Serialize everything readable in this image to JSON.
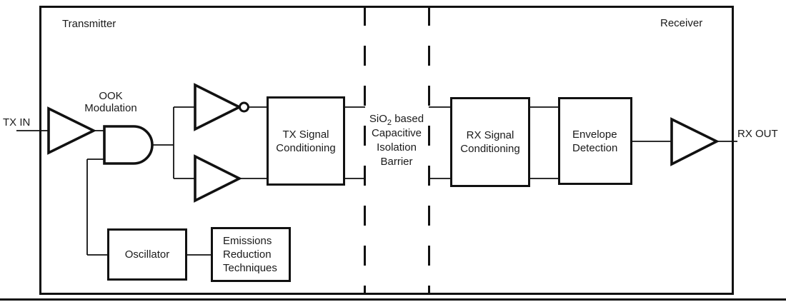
{
  "colors": {
    "line": "#111111",
    "text": "#1a1a1a",
    "background": "#ffffff"
  },
  "regions": {
    "transmitter_label": "Transmitter",
    "receiver_label": "Receiver"
  },
  "ports": {
    "tx_in": "TX IN",
    "rx_out": "RX OUT"
  },
  "ook_modulation": {
    "line1": "OOK",
    "line2": "Modulation"
  },
  "barrier": {
    "sio2_pre": "SiO",
    "sio2_sub": "2",
    "sio2_post": " based",
    "line2": "Capacitive",
    "line3": "Isolation",
    "line4": "Barrier"
  },
  "blocks": {
    "tx_signal_conditioning": {
      "line1": "TX Signal",
      "line2": "Conditioning"
    },
    "rx_signal_conditioning": {
      "line1": "RX Signal",
      "line2": "Conditioning"
    },
    "envelope_detection": {
      "line1": "Envelope",
      "line2": "Detection"
    },
    "oscillator": {
      "label": "Oscillator"
    },
    "emissions_reduction": {
      "line1": "Emissions",
      "line2": "Reduction",
      "line3": "Techniques"
    }
  }
}
